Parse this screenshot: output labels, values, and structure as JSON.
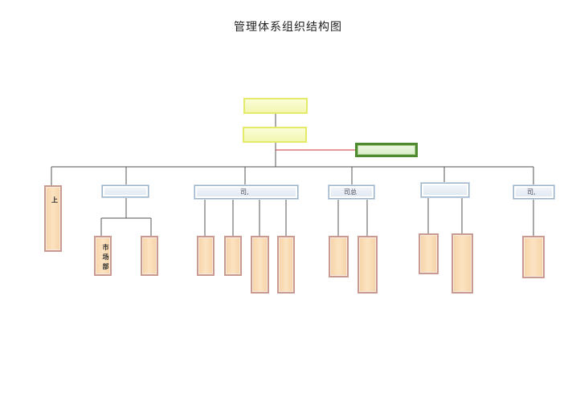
{
  "title": "管理体系组织结构图",
  "nodes": {
    "top1": "",
    "top2": "",
    "staff": "",
    "dept1": "",
    "dept2": "司,",
    "dept3": "司总",
    "dept4": "",
    "dept5": "司,",
    "leaf_shang": "上",
    "leaf_market": "市场部"
  },
  "colors": {
    "line": "#555555",
    "staff_line": "#cc3333",
    "yellow": "#f2f6b0",
    "green_border": "#4f8a30",
    "dept": "#dfe8f1",
    "orange": "#f6d3a6"
  }
}
